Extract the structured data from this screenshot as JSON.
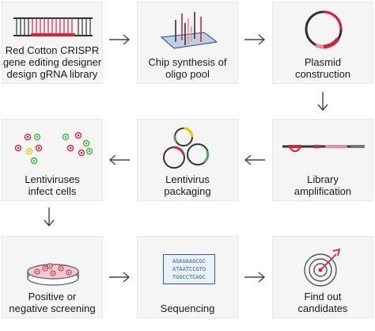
{
  "steps": [
    {
      "id": "design",
      "label": "Red Cotton CRISPR\ngene editing designer\ndesign gRNA library"
    },
    {
      "id": "chip",
      "label": "Chip synthesis of\noligo pool"
    },
    {
      "id": "plasmid",
      "label": "Plasmid\nconstruction"
    },
    {
      "id": "amplification",
      "label": "Library\namplification"
    },
    {
      "id": "packaging",
      "label": "Lentivirus\npackaging"
    },
    {
      "id": "infect",
      "label": "Lentiviruses\ninfect cells"
    },
    {
      "id": "screening",
      "label": "Positive or\nnegative screening"
    },
    {
      "id": "sequencing",
      "label": "Sequencing"
    },
    {
      "id": "candidates",
      "label": "Find out\ncandidates"
    }
  ],
  "sequence_lines": [
    "AGAGAAGCGC",
    "ATAATCCGTG",
    "TGGCCTCAGC"
  ],
  "colors": {
    "accent_red": "#d9233a",
    "pink": "#f08a9a",
    "green": "#3db33d",
    "yellow": "#f2c200",
    "dark": "#333333",
    "box_bg": "#f5f5f5",
    "box_border": "#e6e6e6"
  }
}
